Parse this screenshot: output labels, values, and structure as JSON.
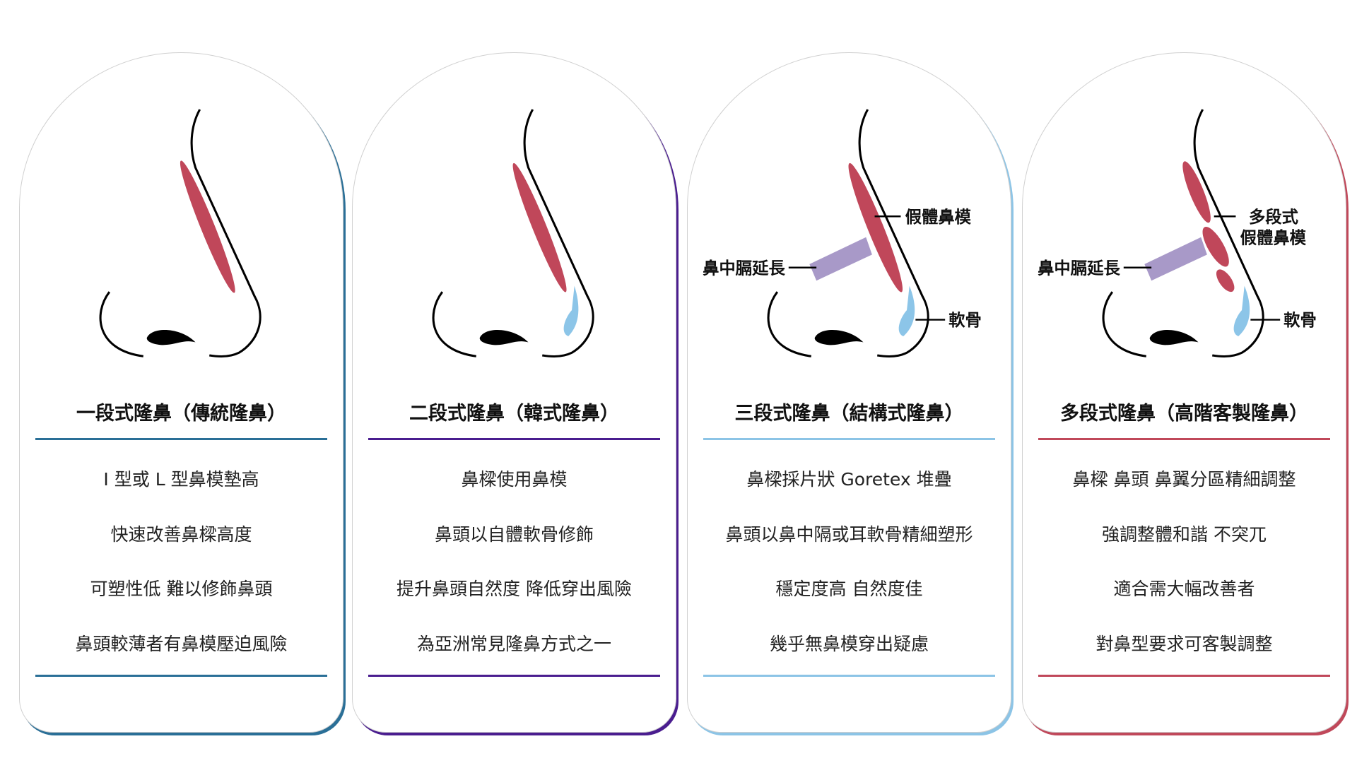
{
  "colors": {
    "implant": "#c0475a",
    "cartilage": "#8cc5e8",
    "septum": "#a899c8"
  },
  "cards": [
    {
      "title": "一段式隆鼻（傳統隆鼻）",
      "accent": "#2a6f97",
      "items": [
        "I 型或 L 型鼻模墊高",
        "快速改善鼻樑高度",
        "可塑性低 難以修飾鼻頭",
        "鼻頭較薄者有鼻模壓迫風險"
      ]
    },
    {
      "title": "二段式隆鼻（韓式隆鼻）",
      "accent": "#4a1d8f",
      "items": [
        "鼻樑使用鼻模",
        "鼻頭以自體軟骨修飾",
        "提升鼻頭自然度 降低穿出風險",
        "為亞洲常見隆鼻方式之一"
      ]
    },
    {
      "title": "三段式隆鼻（結構式隆鼻）",
      "accent": "#8cc4e6",
      "items": [
        "鼻樑採片狀 Goretex 堆疊",
        "鼻頭以鼻中隔或耳軟骨精細塑形",
        "穩定度高 自然度佳",
        "幾乎無鼻模穿出疑慮"
      ],
      "labels": {
        "implant": "假體鼻模",
        "septum": "鼻中膈延長",
        "cartilage": "軟骨"
      }
    },
    {
      "title": "多段式隆鼻（高階客製隆鼻）",
      "accent": "#c0485a",
      "items": [
        "鼻樑 鼻頭 鼻翼分區精細調整",
        "強調整體和諧 不突兀",
        "適合需大幅改善者",
        "對鼻型要求可客製調整"
      ],
      "labels": {
        "implant1": "多段式",
        "implant2": "假體鼻模",
        "septum": "鼻中膈延長",
        "cartilage": "軟骨"
      }
    }
  ]
}
